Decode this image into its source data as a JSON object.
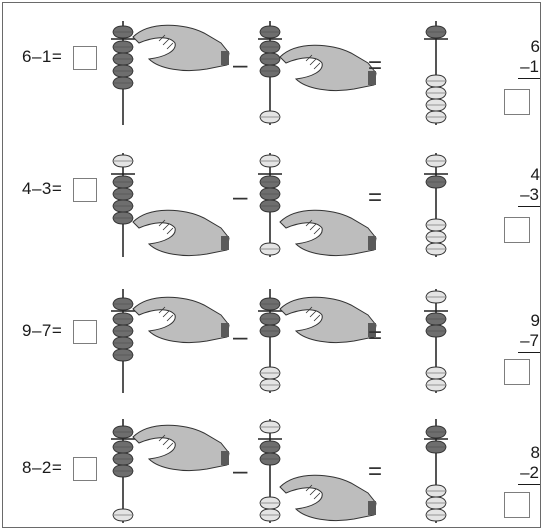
{
  "exercises": [
    {
      "expr": "6–1=",
      "op": "–",
      "eq": "=",
      "top": "6",
      "sub": "–1",
      "left_beads": {
        "upper_on": true,
        "lower_on": 4
      },
      "mid_beads": {
        "upper_on": true,
        "lower_on": 3
      },
      "right_beads": {
        "upper_on": true,
        "lower_on": 0
      }
    },
    {
      "expr": "4–3=",
      "op": "–",
      "eq": "=",
      "top": "4",
      "sub": "–3",
      "left_beads": {
        "upper_on": false,
        "lower_on": 4
      },
      "mid_beads": {
        "upper_on": false,
        "lower_on": 3
      },
      "right_beads": {
        "upper_on": false,
        "lower_on": 1
      }
    },
    {
      "expr": "9–7=",
      "op": "–",
      "eq": "=",
      "top": "9",
      "sub": "–7",
      "left_beads": {
        "upper_on": true,
        "lower_on": 4
      },
      "mid_beads": {
        "upper_on": true,
        "lower_on": 2
      },
      "right_beads": {
        "upper_on": false,
        "lower_on": 2
      }
    },
    {
      "expr": "8–2=",
      "op": "–",
      "eq": "=",
      "top": "8",
      "sub": "–2",
      "left_beads": {
        "upper_on": true,
        "lower_on": 3
      },
      "mid_beads": {
        "upper_on": false,
        "lower_on": 2
      },
      "right_beads": {
        "upper_on": true,
        "lower_on": 1
      }
    }
  ],
  "colors": {
    "bead_active": "#6e6e6e",
    "bead_inactive": "#e4e4e4",
    "hand": "#bdbdbd",
    "rod": "#555555",
    "border": "#6a6a6a"
  }
}
